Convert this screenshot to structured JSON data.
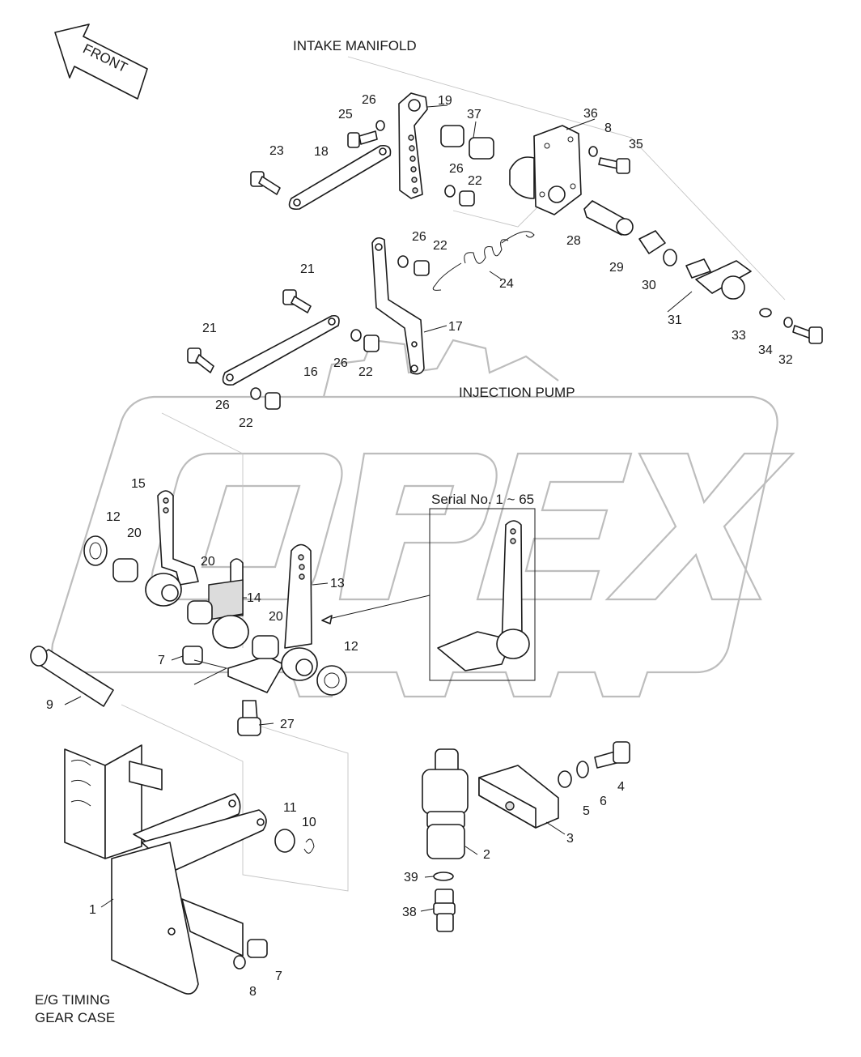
{
  "labels": {
    "intake_manifold": "INTAKE MANIFOLD",
    "injection_pump": "INJECTION PUMP",
    "timing_case_line1": "E/G TIMING",
    "timing_case_line2": "GEAR CASE",
    "front": "FRONT",
    "serial": "Serial No. 1 ~ 65",
    "watermark": "OPEX"
  },
  "callouts": [
    "1",
    "2",
    "3",
    "4",
    "5",
    "6",
    "7",
    "8",
    "9",
    "10",
    "11",
    "12",
    "13",
    "14",
    "15",
    "16",
    "17",
    "18",
    "19",
    "20",
    "21",
    "22",
    "23",
    "24",
    "25",
    "26",
    "27",
    "28",
    "29",
    "30",
    "31",
    "32",
    "33",
    "34",
    "35",
    "36",
    "37",
    "38",
    "39"
  ]
}
